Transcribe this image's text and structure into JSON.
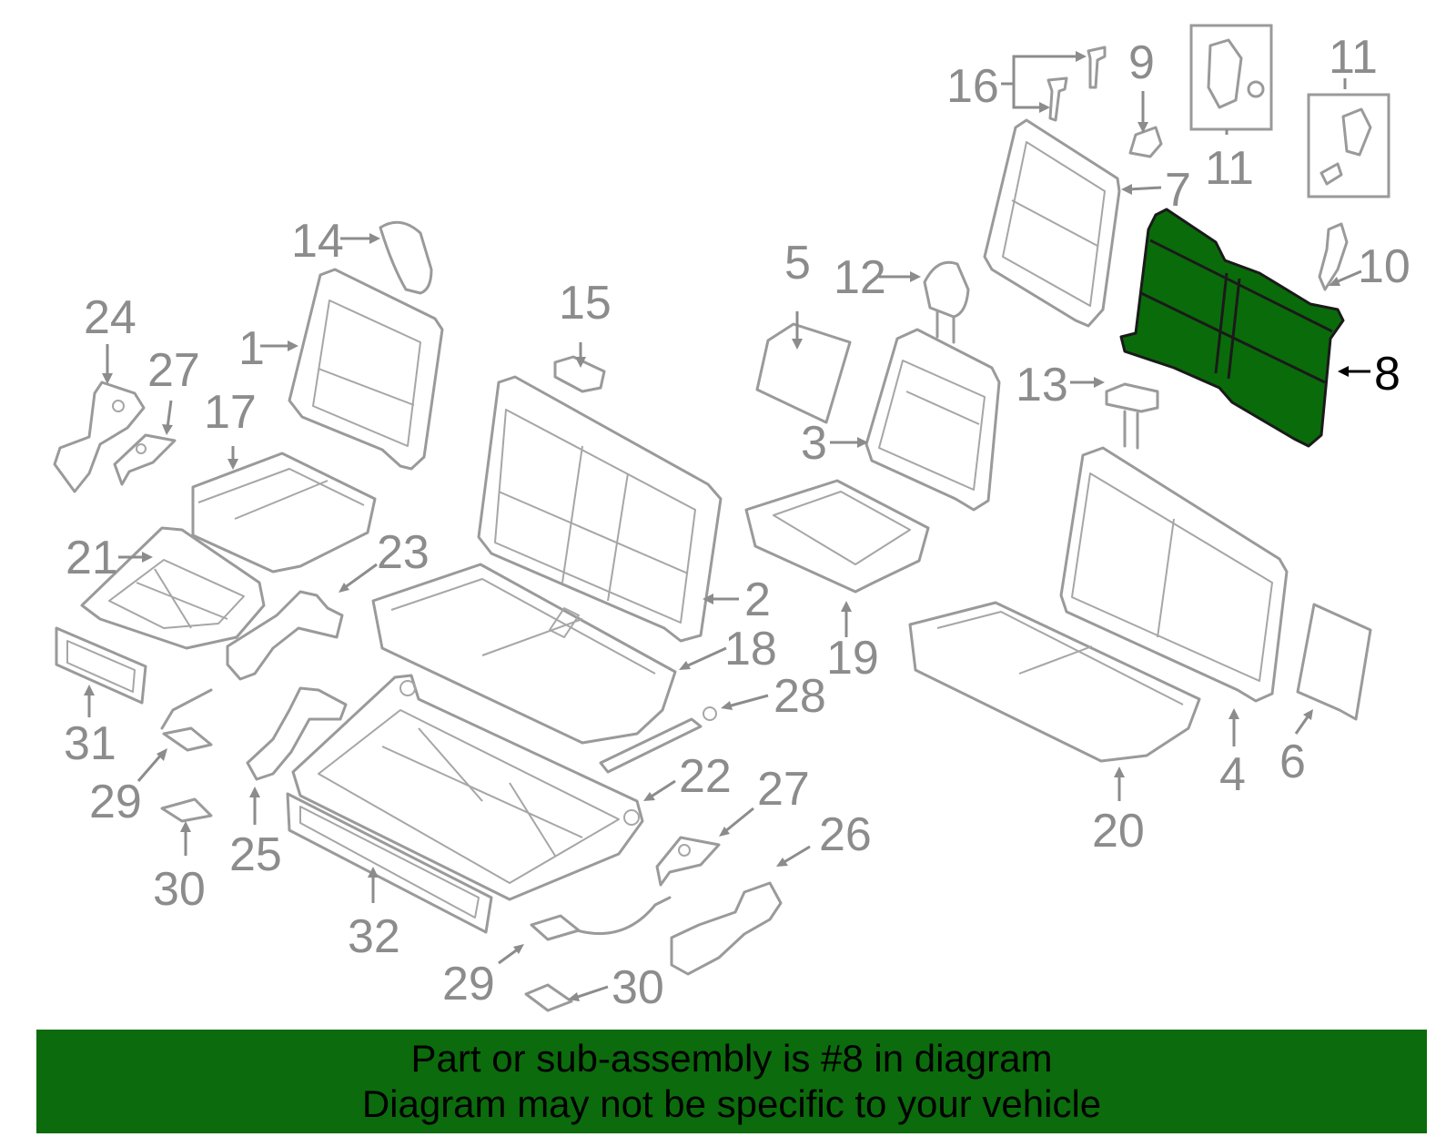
{
  "callouts": {
    "c1": "1",
    "c2": "2",
    "c3": "3",
    "c4": "4",
    "c5": "5",
    "c6": "6",
    "c7": "7",
    "c8": "8",
    "c9": "9",
    "c10": "10",
    "c11a": "11",
    "c11b": "11",
    "c12": "12",
    "c13": "13",
    "c14": "14",
    "c15": "15",
    "c16": "16",
    "c17": "17",
    "c18": "18",
    "c19": "19",
    "c20": "20",
    "c21": "21",
    "c22": "22",
    "c23": "23",
    "c24": "24",
    "c25": "25",
    "c26": "26",
    "c27a": "27",
    "c27b": "27",
    "c28": "28",
    "c29a": "29",
    "c29b": "29",
    "c30a": "30",
    "c30b": "30",
    "c31": "31",
    "c32": "32"
  },
  "highlighted_part": "8",
  "colors": {
    "highlight": "#0a6b0a",
    "banner": "#0c6b0c",
    "linework": "#9a9a9a"
  },
  "banner": {
    "line1": "Part or sub-assembly is #8 in diagram",
    "line2": "Diagram may not be specific to your vehicle"
  }
}
